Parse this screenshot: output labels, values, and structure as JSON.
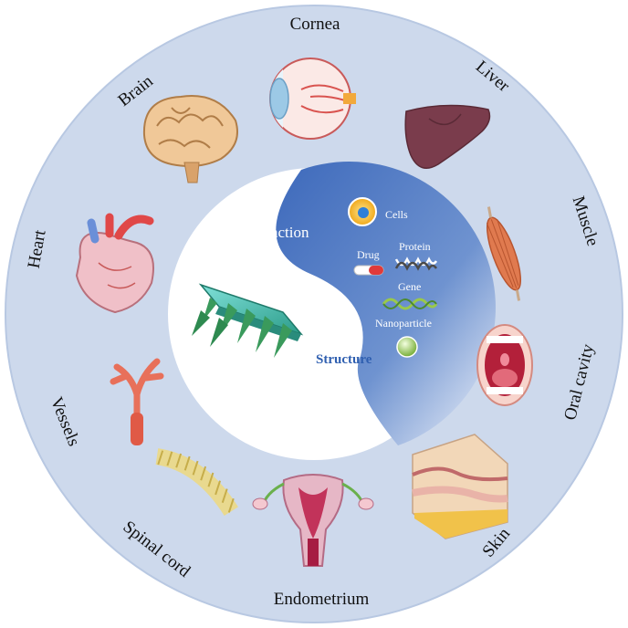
{
  "colors": {
    "ring": "#cdd9ec",
    "ring_edge": "#ffffff",
    "inner_white": "#ffffff",
    "yin_blue_dark": "#3f6dbd",
    "yin_blue_light": "#e8eef8",
    "structure_text": "#2f5fb0"
  },
  "organs": [
    {
      "label": "Cornea",
      "icon": "eye-icon"
    },
    {
      "label": "Liver",
      "icon": "liver-icon"
    },
    {
      "label": "Muscle",
      "icon": "muscle-icon"
    },
    {
      "label": "Oral cavity",
      "icon": "mouth-icon"
    },
    {
      "label": "Skin",
      "icon": "skin-icon"
    },
    {
      "label": "Endometrium",
      "icon": "uterus-icon"
    },
    {
      "label": "Spinal cord",
      "icon": "spine-icon"
    },
    {
      "label": "Vessels",
      "icon": "vessel-icon"
    },
    {
      "label": "Heart",
      "icon": "heart-icon"
    },
    {
      "label": "Brain",
      "icon": "brain-icon"
    }
  ],
  "center": {
    "function_label": "Function",
    "structure_label": "Structure",
    "payloads": {
      "cells": "Cells",
      "drug": "Drug",
      "protein": "Protein",
      "gene": "Gene",
      "nanoparticle": "Nanoparticle"
    },
    "device_icon": "microneedle-patch-icon"
  }
}
